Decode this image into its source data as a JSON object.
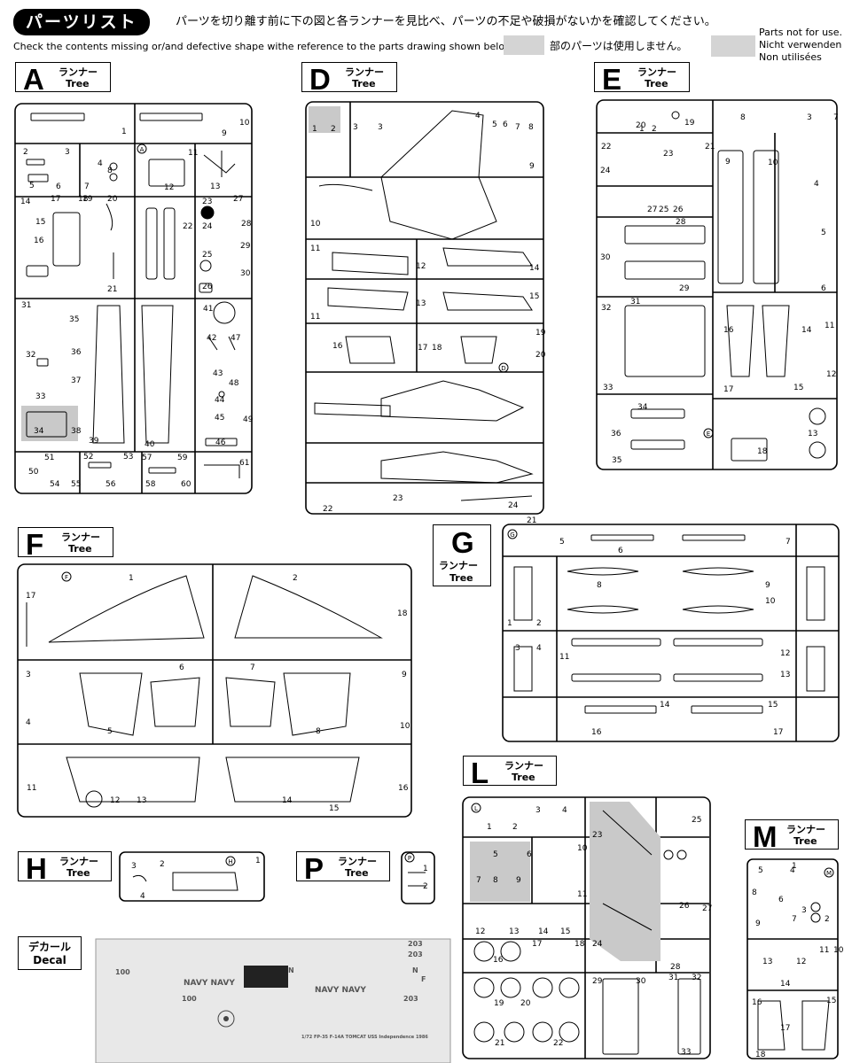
{
  "header": {
    "title": "パーツリスト",
    "instruction_jp": "パーツを切り離す前に下の図と各ランナーを見比べ、パーツの不足や破損がないかを確認してください。",
    "instruction_en": "Check the contents missing or/and defective shape withe reference to the parts drawing shown below.",
    "legend_jp": "部のパーツは使用しません。",
    "legend_en_1": "Parts not for use.",
    "legend_en_2": "Nicht verwenden",
    "legend_en_3": "Non utilisées"
  },
  "runner_word_jp": "ランナー",
  "runner_word_en": "Tree",
  "trees": [
    {
      "letter": "A",
      "stamp": "A",
      "parts": [
        "1",
        "2",
        "3",
        "4",
        "5",
        "6",
        "7",
        "8",
        "9",
        "10",
        "11",
        "12",
        "13",
        "14",
        "15",
        "16",
        "17",
        "18",
        "19",
        "20",
        "21",
        "22",
        "23",
        "24",
        "25",
        "26",
        "27",
        "28",
        "29",
        "30",
        "31",
        "32",
        "33",
        "34",
        "35",
        "36",
        "37",
        "38",
        "39",
        "40",
        "41",
        "42",
        "43",
        "44",
        "45",
        "46",
        "47",
        "48",
        "49",
        "50",
        "51",
        "52",
        "53",
        "54",
        "55",
        "56",
        "57",
        "58",
        "59",
        "60",
        "61"
      ]
    },
    {
      "letter": "D",
      "stamp": "D",
      "parts": [
        "1",
        "2",
        "3",
        "3",
        "4",
        "5",
        "6",
        "7",
        "8",
        "9",
        "10",
        "11",
        "11",
        "12",
        "13",
        "14",
        "15",
        "16",
        "17",
        "18",
        "19",
        "20",
        "21",
        "22",
        "23",
        "24"
      ]
    },
    {
      "letter": "E",
      "stamp": "E",
      "parts": [
        "1",
        "2",
        "3",
        "4",
        "5",
        "6",
        "7",
        "8",
        "9",
        "10",
        "11",
        "12",
        "13",
        "14",
        "15",
        "16",
        "17",
        "18",
        "19",
        "20",
        "21",
        "22",
        "23",
        "24",
        "25",
        "26",
        "27",
        "28",
        "29",
        "30",
        "31",
        "32",
        "33",
        "34",
        "35",
        "36"
      ]
    },
    {
      "letter": "F",
      "stamp": "F",
      "parts": [
        "1",
        "2",
        "3",
        "4",
        "5",
        "6",
        "7",
        "8",
        "9",
        "10",
        "11",
        "12",
        "13",
        "14",
        "15",
        "16",
        "17",
        "18"
      ]
    },
    {
      "letter": "G",
      "stamp": "G",
      "parts": [
        "1",
        "2",
        "3",
        "4",
        "5",
        "6",
        "7",
        "8",
        "9",
        "10",
        "11",
        "12",
        "13",
        "14",
        "15",
        "16",
        "17"
      ]
    },
    {
      "letter": "H",
      "stamp": "H",
      "parts": [
        "1",
        "2",
        "3",
        "4"
      ]
    },
    {
      "letter": "P",
      "stamp": "P",
      "parts": [
        "1",
        "2"
      ]
    },
    {
      "letter": "L",
      "stamp": "L",
      "parts": [
        "1",
        "2",
        "3",
        "4",
        "5",
        "6",
        "7",
        "8",
        "9",
        "10",
        "11",
        "12",
        "13",
        "14",
        "15",
        "16",
        "17",
        "18",
        "19",
        "20",
        "21",
        "22",
        "23",
        "24",
        "25",
        "26",
        "27",
        "28",
        "29",
        "30",
        "31",
        "32",
        "33"
      ]
    },
    {
      "letter": "M",
      "stamp": "M",
      "parts": [
        "1",
        "2",
        "3",
        "4",
        "5",
        "6",
        "7",
        "8",
        "9",
        "10",
        "11",
        "12",
        "13",
        "14",
        "15",
        "16",
        "17",
        "18"
      ]
    }
  ],
  "decal": {
    "label_jp": "デカール",
    "label_en": "Decal",
    "texts": [
      "NAVY NAVY",
      "NAVY NAVY",
      "203",
      "203",
      "203",
      "100",
      "100",
      "N",
      "N",
      "F",
      "1/72 FP-35 F-14A TOMCAT USS Independence 1986"
    ]
  },
  "colors": {
    "ink": "#000000",
    "shade": "#c9c9c9",
    "paper": "#ffffff"
  }
}
